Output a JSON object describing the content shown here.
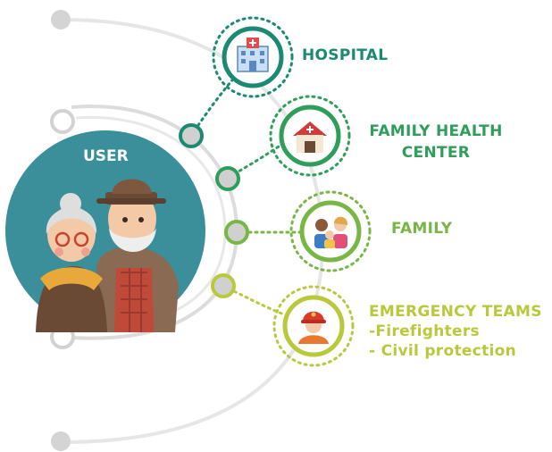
{
  "user": {
    "label": "USER"
  },
  "nodes": [
    {
      "id": "hospital",
      "label": "HOSPITAL",
      "color": "#1b8a73",
      "icon": "hospital-building-icon"
    },
    {
      "id": "family-health-center",
      "label_lines": [
        "FAMILY HEALTH",
        "CENTER"
      ],
      "color": "#2e9e5a",
      "icon": "health-center-house-icon"
    },
    {
      "id": "family",
      "label": "FAMILY",
      "color": "#78b646",
      "icon": "family-icon"
    },
    {
      "id": "emergency-teams",
      "label_lines": [
        "EMERGENCY TEAMS",
        "-Firefighters",
        "- Civil protection"
      ],
      "color": "#b9c93b",
      "icon": "firefighter-icon"
    }
  ],
  "colors": {
    "teal_circle": "#3a8f9b",
    "grey_line": "#dcdcdc",
    "connector_grey": "#cfcfcf"
  }
}
